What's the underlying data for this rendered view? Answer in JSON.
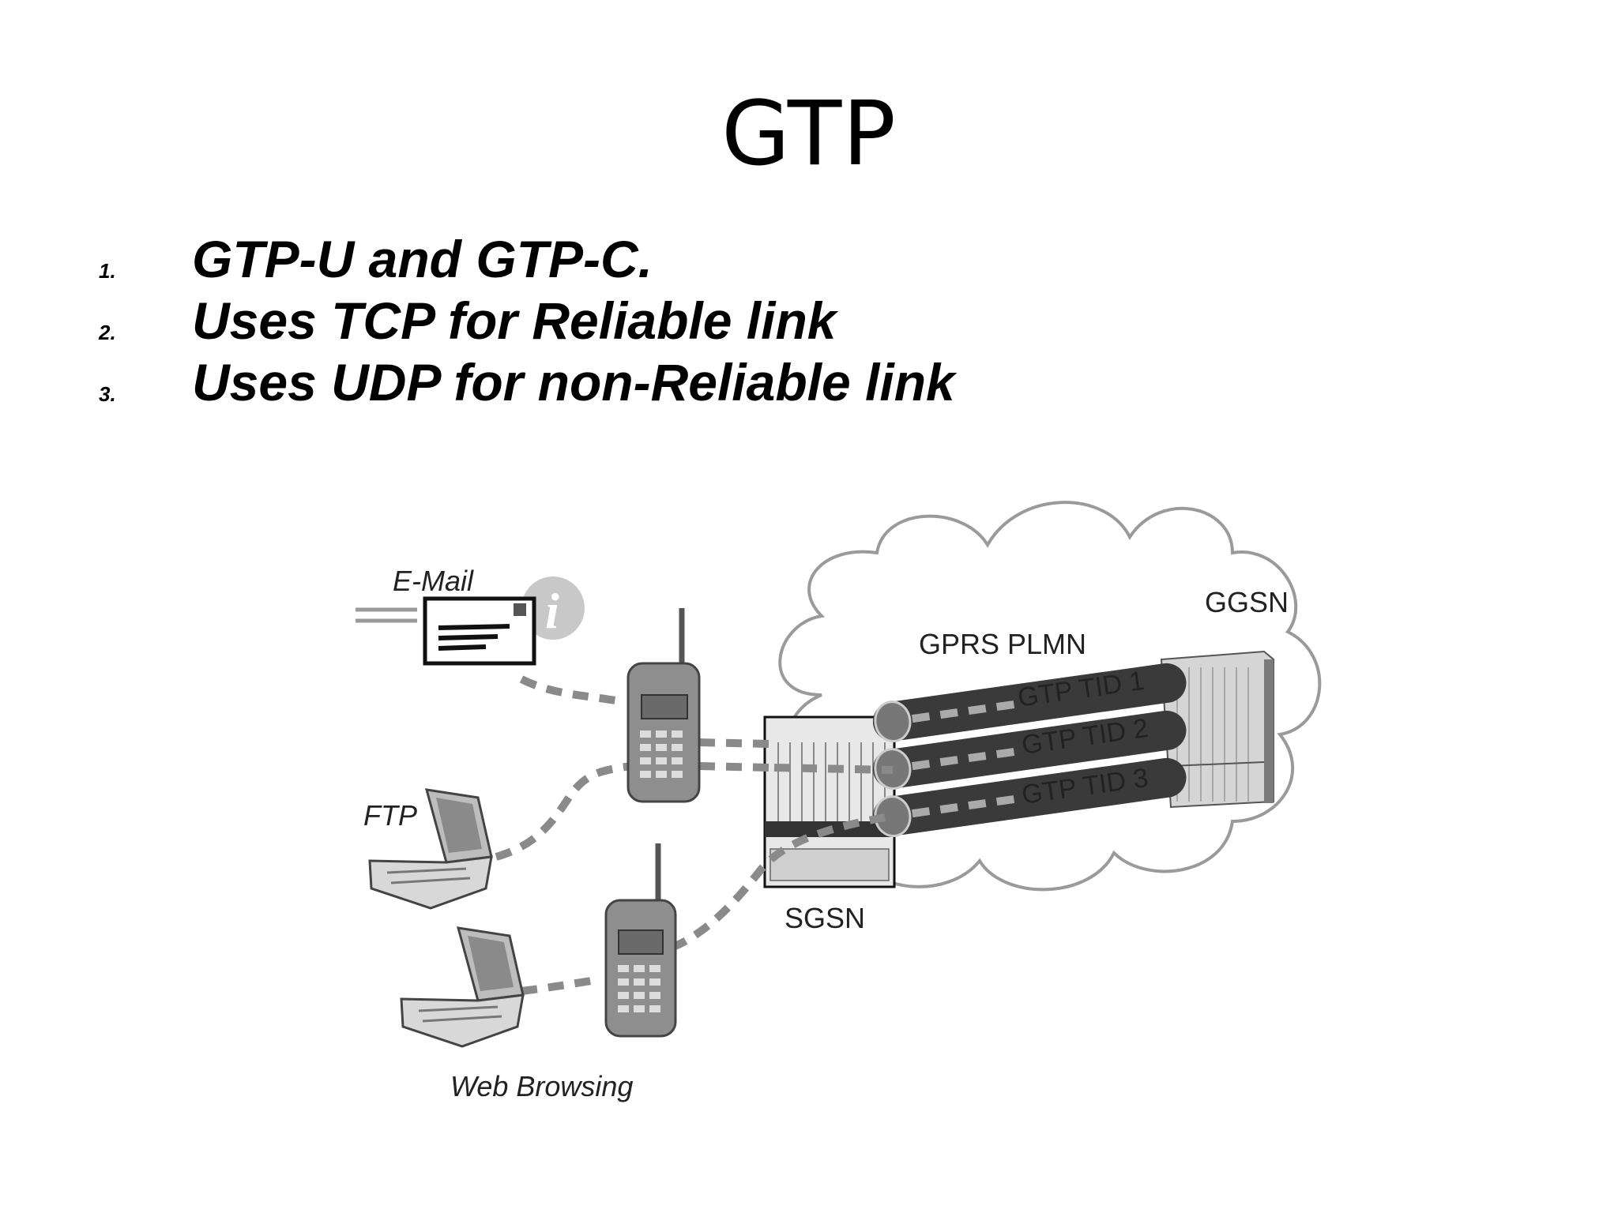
{
  "slide": {
    "title": "GTP",
    "bullets": [
      {
        "number": "1.",
        "text": "GTP-U and GTP-C."
      },
      {
        "number": "2.",
        "text": "Uses TCP for Reliable link"
      },
      {
        "number": "3.",
        "text": "Uses UDP for non-Reliable link"
      }
    ]
  },
  "diagram": {
    "labels": {
      "email": "E-Mail",
      "ftp": "FTP",
      "web": "Web Browsing",
      "sgsn": "SGSN",
      "ggsn": "GGSN",
      "plmn": "GPRS PLMN",
      "tunnel1": "GTP TID 1",
      "tunnel2": "GTP TID 2",
      "tunnel3": "GTP TID 3"
    },
    "icons": [
      "info-icon",
      "envelope-icon",
      "mobile-phone-icon",
      "laptop-icon",
      "server-icon",
      "cloud-icon"
    ]
  }
}
